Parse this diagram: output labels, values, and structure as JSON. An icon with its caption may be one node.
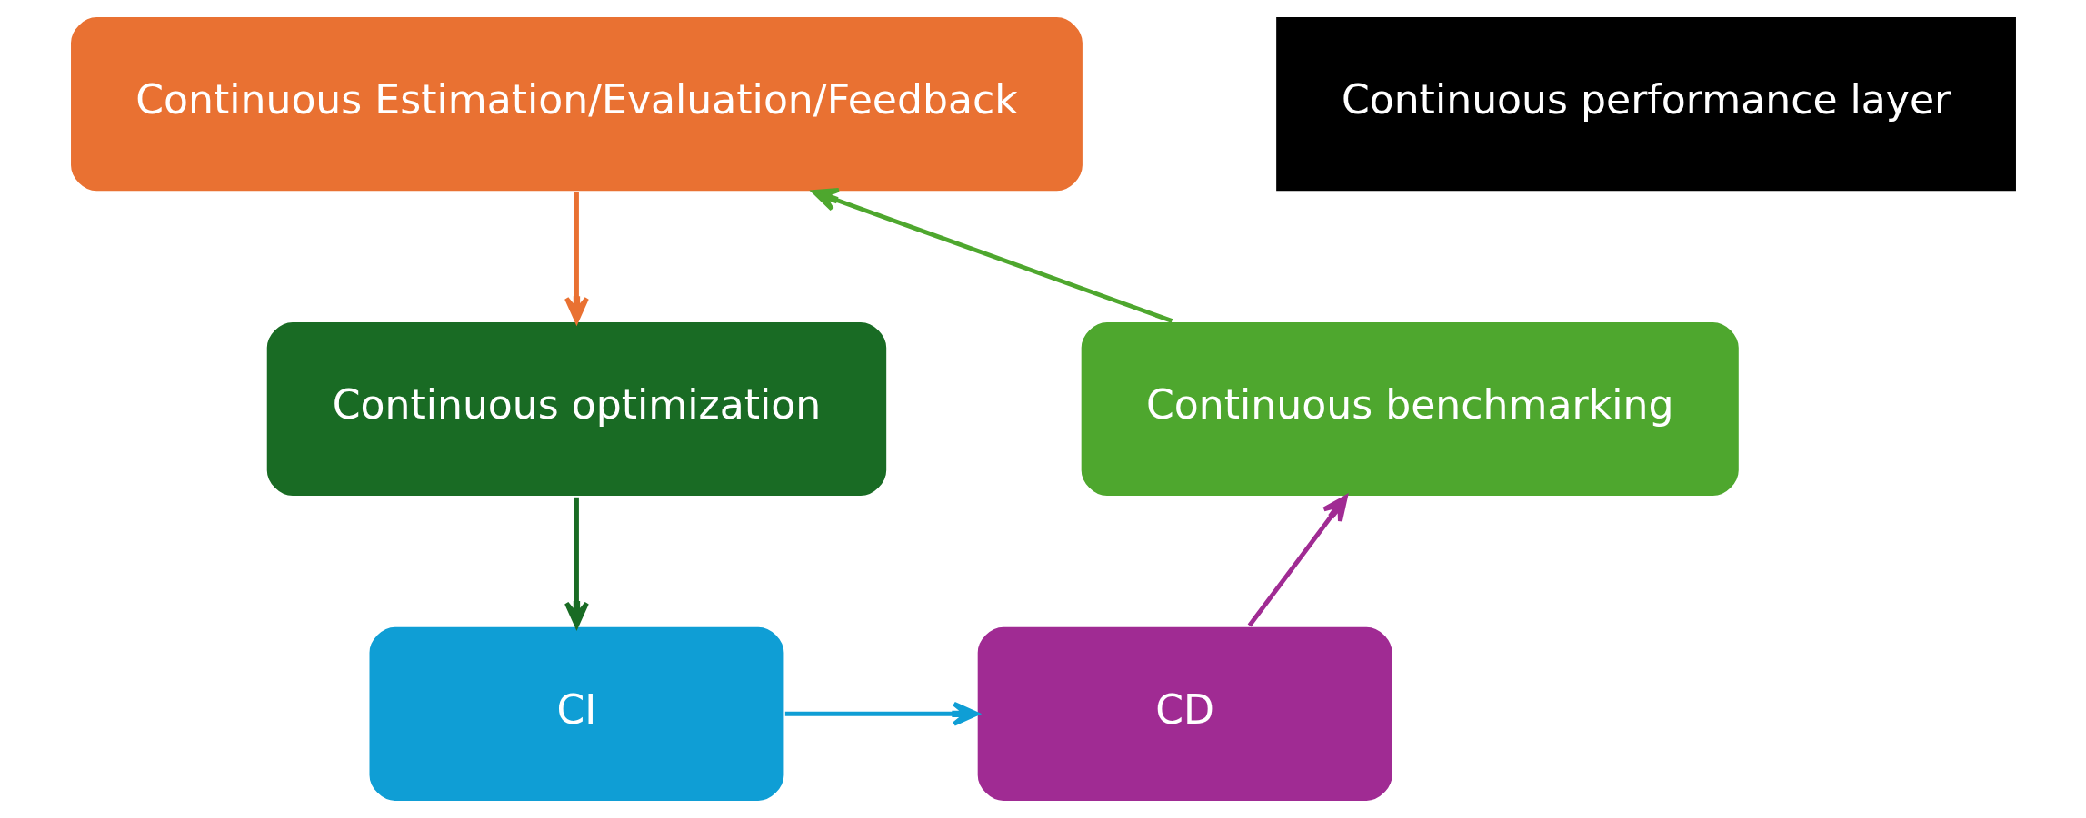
{
  "diagram": {
    "nodes": [
      {
        "text": [
          "Continuous Estimation/Evaluation/Feedback"
        ]
      },
      {
        "text": [
          "Continuous benchmarking"
        ]
      },
      {
        "text": [
          "Continuous optimization"
        ]
      },
      {
        "text": [
          "Continuous performance layer"
        ]
      },
      {
        "text": [
          "CD"
        ]
      },
      {
        "text": [
          "CI"
        ]
      }
    ],
    "edges": [
      {
        "from": 1,
        "to": 0,
        "arrow": "to",
        "color": "#4ea72e"
      },
      {
        "from": 0,
        "to": 2,
        "arrow": "to",
        "color": "#e97132"
      },
      {
        "from": 2,
        "to": 5,
        "arrow": "to",
        "color": "#196b24"
      },
      {
        "from": 5,
        "to": 4,
        "arrow": "to",
        "color": "#0f9ed5"
      },
      {
        "from": 4,
        "to": 1,
        "arrow": "to",
        "color": "#a02b93"
      }
    ]
  }
}
